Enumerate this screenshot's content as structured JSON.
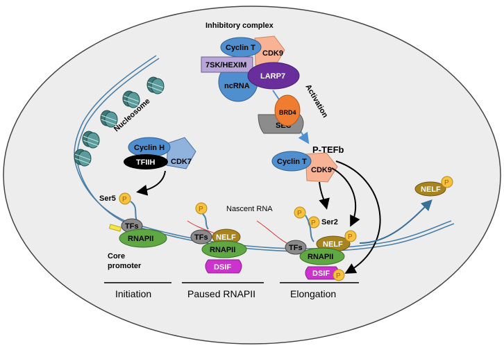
{
  "labels": {
    "inhibitory_complex": "Inhibitory complex",
    "cyclin_t_top": "Cyclin T",
    "cdk9_top": "CDK9",
    "hexim": "7SK/HEXIM",
    "larp7": "LARP7",
    "ncrna": "ncRNA",
    "activation": "Activation",
    "brd4": "BRD4",
    "sec": "SEC",
    "ptefb": "P-TEFb",
    "cyclin_t": "Cyclin T",
    "cdk9": "CDK9",
    "nucleosome": "Nucleosome",
    "cyclin_h": "Cyclin H",
    "tfiih": "TFIIH",
    "cdk7": "CDK7",
    "ser5": "Ser5",
    "p": "P",
    "tfs": "TFs",
    "rnapii": "RNAPII",
    "core_promoter_1": "Core",
    "core_promoter_2": "promoter",
    "nelf": "NELF",
    "dsif": "DSIF",
    "nascent_rna": "Nascent RNA",
    "ser2": "Ser2",
    "stage_initiation": "Initiation",
    "stage_paused": "Paused RNAPII",
    "stage_elongation": "Elongation"
  },
  "colors": {
    "cell_fill": "#ededed",
    "cyclin": "#4f8fcf",
    "cdk9": "#f7b394",
    "hexim": "#b9a6d8",
    "larp7": "#6a2e9c",
    "brd4": "#ee7d31",
    "sec": "#8c8c8c",
    "cdk7": "#8fb3dc",
    "tfiih": "#000000",
    "tfs": "#8a8a8a",
    "rnapii": "#5fa843",
    "nelf": "#a88420",
    "dsif": "#cc33cc",
    "phospho": "#f6c242",
    "dna": "#4a7fa8",
    "arrow": "#4f8fcf"
  }
}
